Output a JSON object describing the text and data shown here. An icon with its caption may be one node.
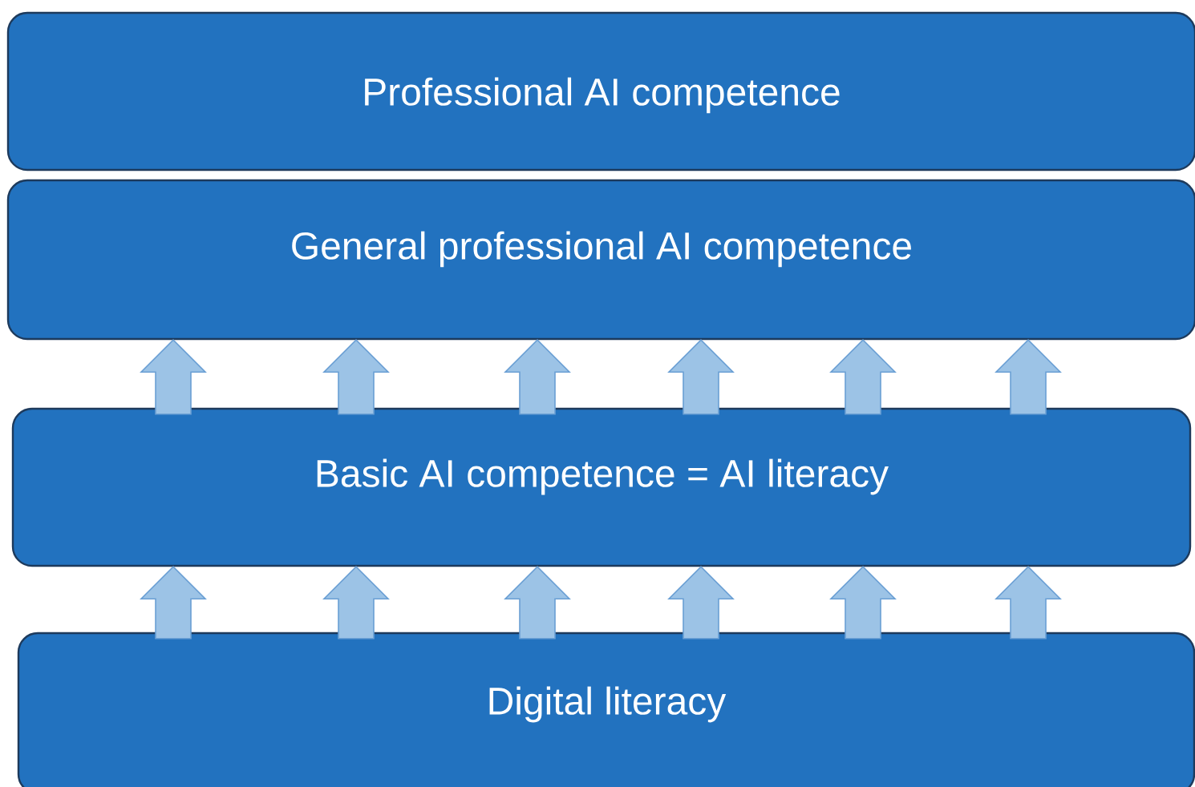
{
  "diagram": {
    "nodes": [
      {
        "text": [
          "Professional AI competence"
        ]
      },
      {
        "text": [
          "General professional AI competence"
        ]
      },
      {
        "text": [
          "Basic AI competence = AI literacy"
        ]
      },
      {
        "text": [
          "Digital literacy"
        ]
      }
    ],
    "edges": [
      {
        "from": 2,
        "to": 1,
        "arrow": "to"
      },
      {
        "from": 2,
        "to": 1,
        "arrow": "to"
      },
      {
        "from": 2,
        "to": 1,
        "arrow": "to"
      },
      {
        "from": 2,
        "to": 1,
        "arrow": "to"
      },
      {
        "from": 2,
        "to": 1,
        "arrow": "to"
      },
      {
        "from": 2,
        "to": 1,
        "arrow": "to"
      },
      {
        "from": 3,
        "to": 2,
        "arrow": "to"
      },
      {
        "from": 3,
        "to": 2,
        "arrow": "to"
      },
      {
        "from": 3,
        "to": 2,
        "arrow": "to"
      },
      {
        "from": 3,
        "to": 2,
        "arrow": "to"
      },
      {
        "from": 3,
        "to": 2,
        "arrow": "to"
      },
      {
        "from": 3,
        "to": 2,
        "arrow": "to"
      }
    ]
  }
}
